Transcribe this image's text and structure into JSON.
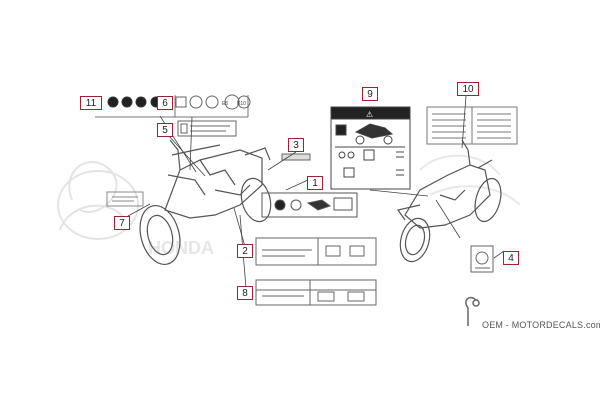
{
  "diagram": {
    "callouts": [
      {
        "id": "11",
        "label": "11"
      },
      {
        "id": "6",
        "label": "6"
      },
      {
        "id": "5",
        "label": "5"
      },
      {
        "id": "3",
        "label": "3"
      },
      {
        "id": "1",
        "label": "1"
      },
      {
        "id": "7",
        "label": "7"
      },
      {
        "id": "2",
        "label": "2"
      },
      {
        "id": "8",
        "label": "8"
      },
      {
        "id": "9",
        "label": "9"
      },
      {
        "id": "10",
        "label": "10"
      },
      {
        "id": "4",
        "label": "4"
      }
    ],
    "label_markings": {
      "e5": "E5",
      "e10": "E10",
      "warning_symbol": "⚠"
    },
    "background_wordmark": "HONDA",
    "brand": "OEM - MOTORDECALS.com"
  },
  "colors": {
    "callout_border": "#9b2335",
    "line_art": "#555555",
    "watermark": "#ebebeb"
  }
}
